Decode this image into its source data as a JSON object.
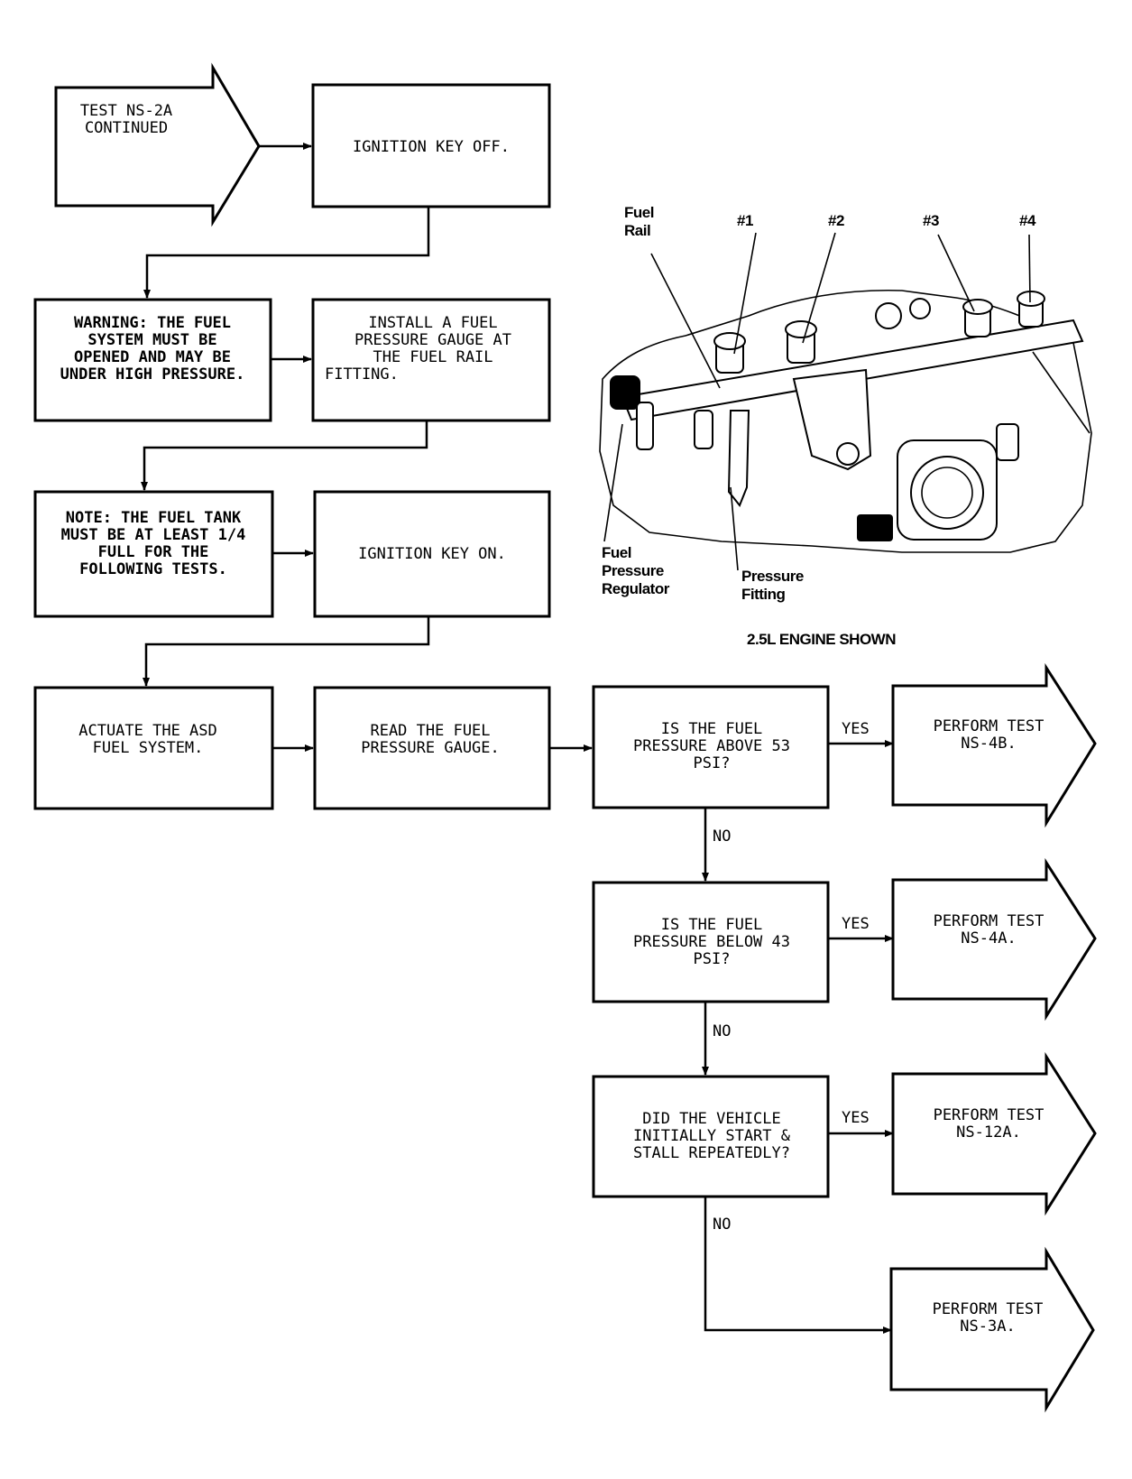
{
  "flowchart": {
    "start": [
      "TEST NS-2A",
      "CONTINUED"
    ],
    "step_key_off": [
      "IGNITION KEY OFF."
    ],
    "warning": [
      "WARNING: THE FUEL",
      "SYSTEM MUST BE",
      "OPENED AND MAY BE",
      "UNDER HIGH PRESSURE."
    ],
    "install_gauge": [
      "INSTALL A FUEL",
      "PRESSURE GAUGE AT",
      "THE FUEL RAIL",
      "FITTING."
    ],
    "note": [
      "NOTE: THE FUEL TANK",
      "MUST BE AT LEAST 1/4",
      "FULL FOR THE",
      "FOLLOWING TESTS."
    ],
    "step_key_on": [
      "IGNITION KEY ON."
    ],
    "actuate": [
      "ACTUATE THE ASD",
      "FUEL SYSTEM."
    ],
    "read_gauge": [
      "READ THE FUEL",
      "PRESSURE GAUGE."
    ],
    "q_above": [
      "IS THE FUEL",
      "PRESSURE ABOVE 53",
      "PSI?"
    ],
    "q_below": [
      "IS THE FUEL",
      "PRESSURE BELOW 43",
      "PSI?"
    ],
    "q_stall": [
      "DID THE VEHICLE",
      "INITIALLY START &",
      "STALL REPEATEDLY?"
    ],
    "result_4b": [
      "PERFORM TEST",
      "NS-4B."
    ],
    "result_4a": [
      "PERFORM TEST",
      "NS-4A."
    ],
    "result_12a": [
      "PERFORM TEST",
      "NS-12A."
    ],
    "result_3a": [
      "PERFORM TEST",
      "NS-3A."
    ],
    "yes_label": "YES",
    "no_label": "NO"
  },
  "illustration": {
    "label_fuel_rail": [
      "Fuel",
      "Rail"
    ],
    "label_1": "#1",
    "label_2": "#2",
    "label_3": "#3",
    "label_4": "#4",
    "label_regulator": [
      "Fuel",
      "Pressure",
      "Regulator"
    ],
    "label_fitting": [
      "Pressure",
      "Fitting"
    ],
    "caption": "2.5L ENGINE SHOWN"
  }
}
